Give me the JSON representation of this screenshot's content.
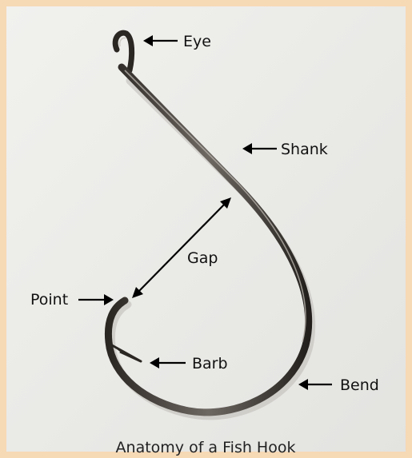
{
  "labels": {
    "eye": "Eye",
    "shank": "Shank",
    "gap": "Gap",
    "point": "Point",
    "barb": "Barb",
    "bend": "Bend"
  },
  "caption": "Anatomy of a Fish Hook",
  "colors": {
    "background": "#e9e9e6",
    "frame": "#f6d9b5",
    "hook_dark": "#2a2622",
    "hook_light": "#8a8580",
    "text": "#111111"
  }
}
